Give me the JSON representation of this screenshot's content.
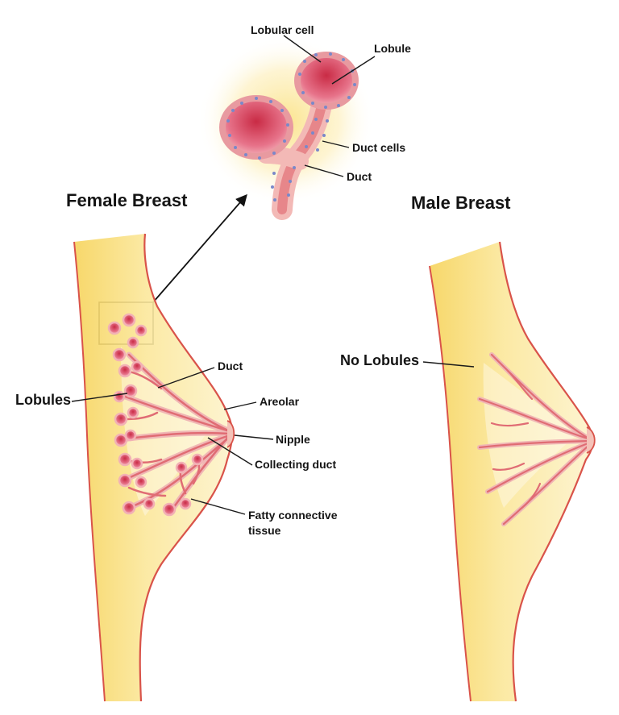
{
  "titles": {
    "female": "Female Breast",
    "male": "Male Breast"
  },
  "inset_labels": {
    "lobular_cell": "Lobular cell",
    "lobule": "Lobule",
    "duct_cells": "Duct cells",
    "duct": "Duct"
  },
  "female_labels": {
    "lobules": "Lobules",
    "duct": "Duct",
    "areolar": "Areolar",
    "nipple": "Nipple",
    "collecting_duct": "Collecting duct",
    "fatty_connective_tissue_line1": "Fatty connective",
    "fatty_connective_tissue_line2": "tissue"
  },
  "male_labels": {
    "no_lobules": "No Lobules"
  },
  "colors": {
    "skin_outline": "#d9534a",
    "fat": "#f7dc6f",
    "fat_light": "#fbeeb0",
    "duct": "#e47a7a",
    "duct_light": "#f6c8c3",
    "lobule": "#d9455a",
    "cell_dot": "#7a88c9",
    "leader_line": "#1a1a1a"
  }
}
